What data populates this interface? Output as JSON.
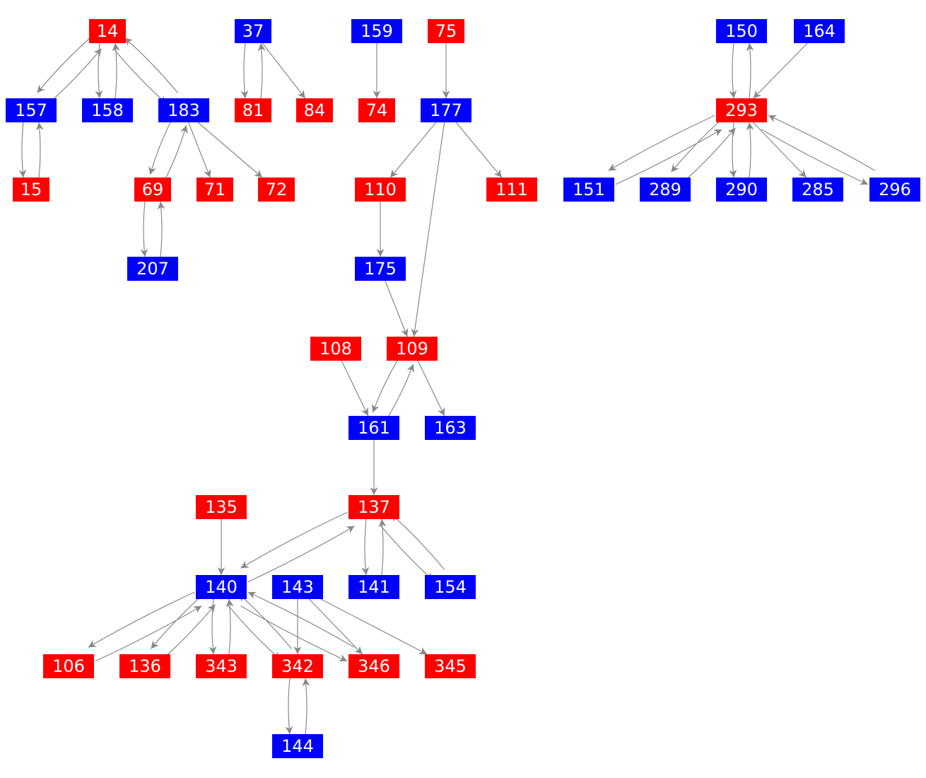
{
  "colors": {
    "red": "#ff0000",
    "blue": "#0000ff",
    "edge": "#888888"
  },
  "nodes": [
    {
      "label": "14",
      "color": "red"
    },
    {
      "label": "37",
      "color": "blue"
    },
    {
      "label": "159",
      "color": "blue"
    },
    {
      "label": "75",
      "color": "red"
    },
    {
      "label": "150",
      "color": "blue"
    },
    {
      "label": "164",
      "color": "blue"
    },
    {
      "label": "157",
      "color": "blue"
    },
    {
      "label": "158",
      "color": "blue"
    },
    {
      "label": "183",
      "color": "blue"
    },
    {
      "label": "81",
      "color": "red"
    },
    {
      "label": "84",
      "color": "red"
    },
    {
      "label": "74",
      "color": "red"
    },
    {
      "label": "177",
      "color": "blue"
    },
    {
      "label": "293",
      "color": "red"
    },
    {
      "label": "15",
      "color": "red"
    },
    {
      "label": "69",
      "color": "red"
    },
    {
      "label": "71",
      "color": "red"
    },
    {
      "label": "72",
      "color": "red"
    },
    {
      "label": "110",
      "color": "red"
    },
    {
      "label": "111",
      "color": "red"
    },
    {
      "label": "151",
      "color": "blue"
    },
    {
      "label": "289",
      "color": "blue"
    },
    {
      "label": "290",
      "color": "blue"
    },
    {
      "label": "285",
      "color": "blue"
    },
    {
      "label": "296",
      "color": "blue"
    },
    {
      "label": "207",
      "color": "blue"
    },
    {
      "label": "175",
      "color": "blue"
    },
    {
      "label": "108",
      "color": "red"
    },
    {
      "label": "109",
      "color": "red"
    },
    {
      "label": "161",
      "color": "blue"
    },
    {
      "label": "163",
      "color": "blue"
    },
    {
      "label": "135",
      "color": "red"
    },
    {
      "label": "137",
      "color": "red"
    },
    {
      "label": "140",
      "color": "blue"
    },
    {
      "label": "143",
      "color": "blue"
    },
    {
      "label": "141",
      "color": "blue"
    },
    {
      "label": "154",
      "color": "blue"
    },
    {
      "label": "106",
      "color": "red"
    },
    {
      "label": "136",
      "color": "red"
    },
    {
      "label": "343",
      "color": "red"
    },
    {
      "label": "342",
      "color": "red"
    },
    {
      "label": "346",
      "color": "red"
    },
    {
      "label": "345",
      "color": "red"
    },
    {
      "label": "144",
      "color": "blue"
    }
  ],
  "edges": [
    [
      "14",
      "157"
    ],
    [
      "157",
      "14"
    ],
    [
      "14",
      "158"
    ],
    [
      "158",
      "14"
    ],
    [
      "14",
      "183"
    ],
    [
      "183",
      "14"
    ],
    [
      "157",
      "15"
    ],
    [
      "15",
      "157"
    ],
    [
      "183",
      "69"
    ],
    [
      "69",
      "183"
    ],
    [
      "183",
      "71"
    ],
    [
      "183",
      "72"
    ],
    [
      "69",
      "207"
    ],
    [
      "207",
      "69"
    ],
    [
      "37",
      "81"
    ],
    [
      "81",
      "37"
    ],
    [
      "37",
      "84"
    ],
    [
      "159",
      "74"
    ],
    [
      "75",
      "177"
    ],
    [
      "177",
      "110"
    ],
    [
      "177",
      "111"
    ],
    [
      "177",
      "109"
    ],
    [
      "110",
      "175"
    ],
    [
      "175",
      "109"
    ],
    [
      "108",
      "161"
    ],
    [
      "109",
      "161"
    ],
    [
      "161",
      "109"
    ],
    [
      "109",
      "163"
    ],
    [
      "161",
      "137"
    ],
    [
      "135",
      "140"
    ],
    [
      "137",
      "140"
    ],
    [
      "140",
      "137"
    ],
    [
      "137",
      "141"
    ],
    [
      "141",
      "137"
    ],
    [
      "137",
      "154"
    ],
    [
      "154",
      "137"
    ],
    [
      "140",
      "106"
    ],
    [
      "106",
      "140"
    ],
    [
      "140",
      "136"
    ],
    [
      "136",
      "140"
    ],
    [
      "140",
      "343"
    ],
    [
      "343",
      "140"
    ],
    [
      "140",
      "342"
    ],
    [
      "342",
      "140"
    ],
    [
      "140",
      "346"
    ],
    [
      "346",
      "140"
    ],
    [
      "143",
      "342"
    ],
    [
      "143",
      "346"
    ],
    [
      "143",
      "345"
    ],
    [
      "342",
      "144"
    ],
    [
      "144",
      "342"
    ],
    [
      "150",
      "293"
    ],
    [
      "293",
      "150"
    ],
    [
      "164",
      "293"
    ],
    [
      "293",
      "151"
    ],
    [
      "151",
      "293"
    ],
    [
      "293",
      "289"
    ],
    [
      "289",
      "293"
    ],
    [
      "293",
      "290"
    ],
    [
      "290",
      "293"
    ],
    [
      "293",
      "285"
    ],
    [
      "293",
      "296"
    ],
    [
      "296",
      "293"
    ]
  ]
}
